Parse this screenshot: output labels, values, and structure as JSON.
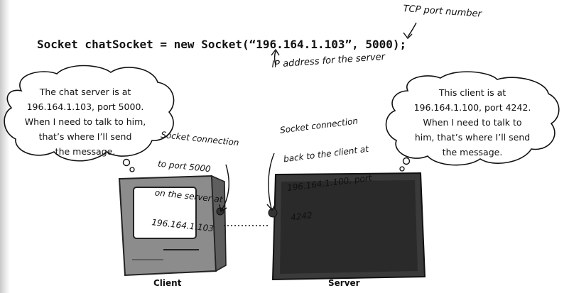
{
  "code": {
    "line": "Socket chatSocket = new Socket(“196.164.1.103”, 5000);"
  },
  "annotations": {
    "tcp_port": "TCP port number",
    "ip_address": "IP address for the server",
    "client_connection": [
      "Socket connection",
      "to port 5000",
      "on the server at",
      "196.164.1.103"
    ],
    "server_connection": [
      "Socket connection",
      "back to the client at",
      "196.164.1.100, port",
      "4242"
    ]
  },
  "client_bubble": {
    "lines": [
      "The chat server is at",
      "196.164.1.103, port 5000.",
      "When I need to talk to him,",
      "that’s where I’ll send",
      "the message."
    ]
  },
  "server_bubble": {
    "lines": [
      "This client is at",
      "196.164.1.100, port 4242.",
      "When I need to talk to",
      "him, that’s where I’ll send",
      "the message."
    ]
  },
  "labels": {
    "client": "Client",
    "server": "Server"
  }
}
